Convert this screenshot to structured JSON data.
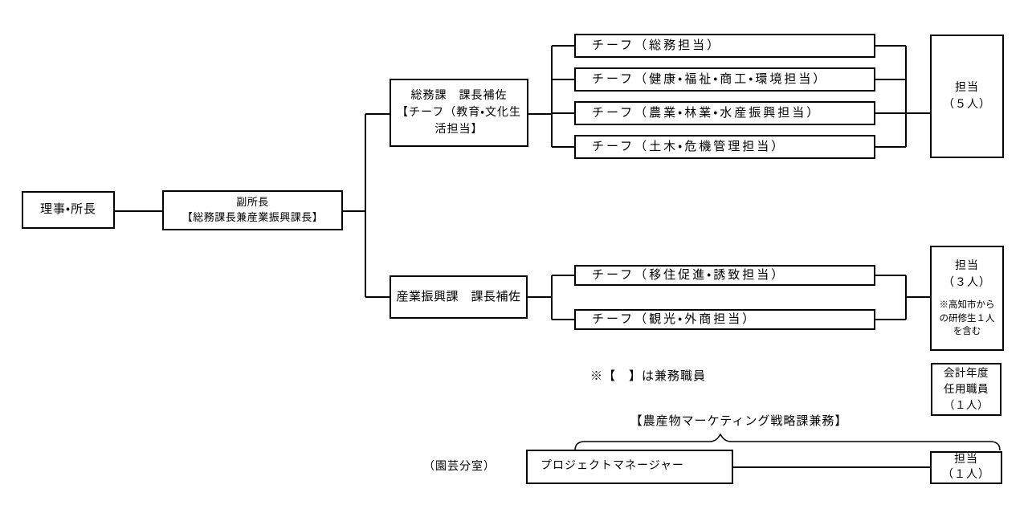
{
  "boxes": {
    "director": {
      "label": "理事・所長"
    },
    "deputy": {
      "line1": "副所長",
      "line2": "【総務課長兼産業振興課長】"
    },
    "general_affairs_section": {
      "line1": "総務課　課長補佐",
      "line2": "【チーフ（教育・文化生",
      "line3": "活担当】"
    },
    "industry_section": {
      "label": "産業振興課　課長補佐"
    },
    "chiefs_general": [
      {
        "label": "チーフ（総務担当）"
      },
      {
        "label": "チーフ（健康・福祉・商工・環境担当）"
      },
      {
        "label": "チーフ（農業・林業・水産振興担当）"
      },
      {
        "label": "チーフ（土木・危機管理担当）"
      }
    ],
    "chiefs_industry": [
      {
        "label": "チーフ（移住促進・誘致担当）"
      },
      {
        "label": "チーフ（観光・外商担当）"
      }
    ],
    "staff_general": {
      "line1": "担当",
      "line2": "（５人）"
    },
    "staff_industry": {
      "line1": "担当",
      "line2": "（３人）",
      "note_line1": "※高知市から",
      "note_line2": "の研修生１人",
      "note_line3": "を含む"
    },
    "fiscal_year_staff": {
      "line1": "会計年度",
      "line2": "任用職員",
      "line3": "（１人）"
    },
    "project_manager": {
      "label": "プロジェクトマネージャー"
    },
    "staff_pm": {
      "line1": "担当",
      "line2": "（１人）"
    }
  },
  "labels": {
    "concurrent_note": "※【　】は兼務職員",
    "marketing_concurrent": "【農産物マーケティング戦略課兼務】",
    "horticulture_branch": "（園芸分室）"
  },
  "colors": {
    "line": "#000000",
    "background": "#ffffff",
    "text": "#000000"
  }
}
